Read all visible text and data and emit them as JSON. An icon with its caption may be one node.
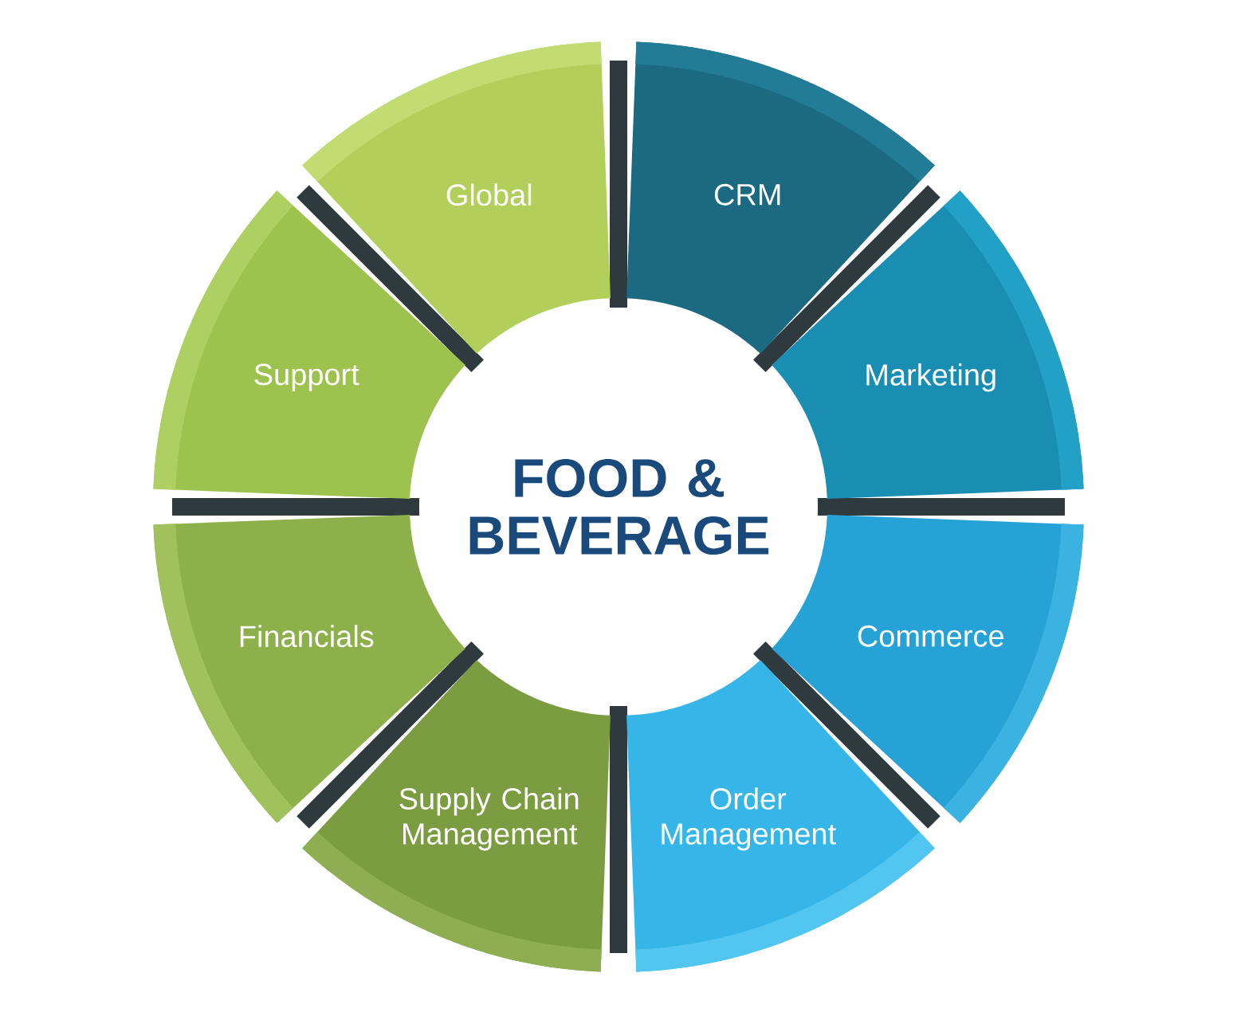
{
  "diagram": {
    "title": "FOOD & BEVERAGE",
    "nodes": [
      {
        "text": [
          "CRM"
        ]
      },
      {
        "text": [
          "Marketing"
        ]
      },
      {
        "text": [
          "Commerce"
        ]
      },
      {
        "text": [
          "Order Management"
        ]
      },
      {
        "text": [
          "Supply Chain Management"
        ]
      },
      {
        "text": [
          "Financials"
        ]
      },
      {
        "text": [
          "Support"
        ]
      },
      {
        "text": [
          "Global"
        ]
      }
    ]
  }
}
